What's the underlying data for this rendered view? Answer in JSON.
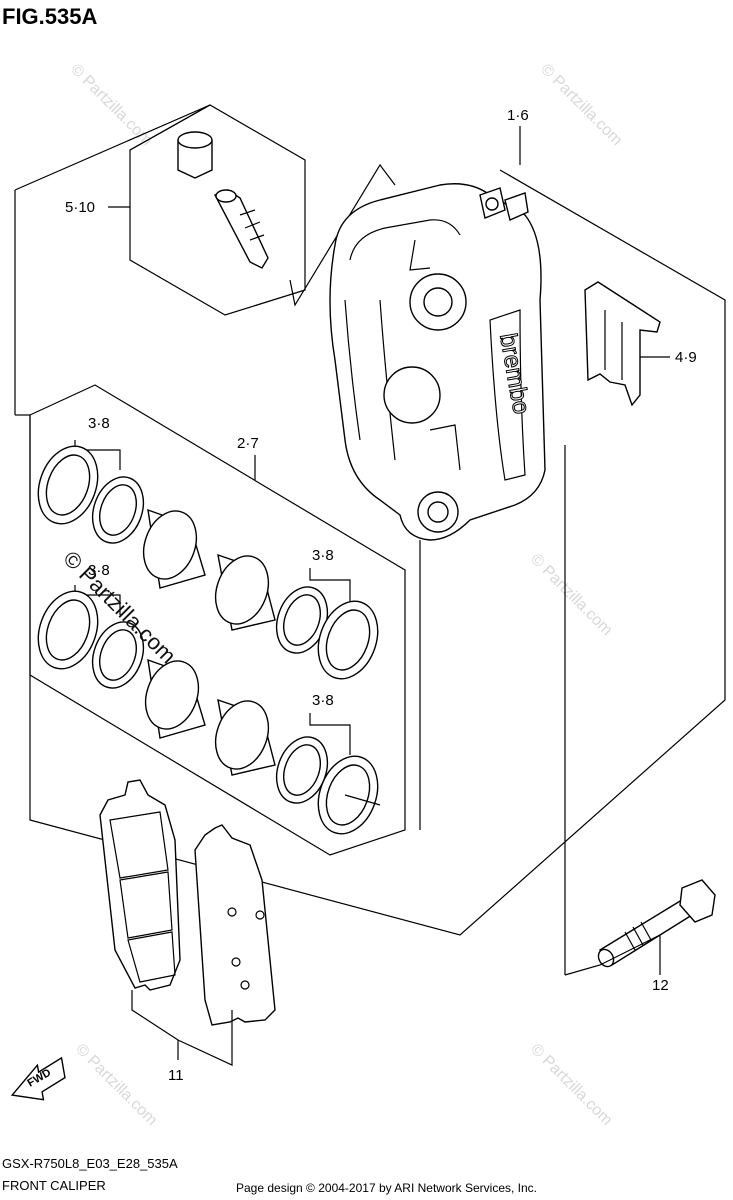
{
  "figure_title": "FIG.535A",
  "model_code": "GSX-R750L8_E03_E28_535A",
  "section_name": "FRONT CALIPER",
  "credit": "Page design © 2004-2017 by ARI Network Services, Inc.",
  "fwd_label": "FWD",
  "caliper_brand": "brembo",
  "callouts": {
    "caliper": "1·6",
    "bleeder": "5·10",
    "spring": "4·9",
    "piston": "2·7",
    "seal_a": "3·8",
    "seal_b": "3·8",
    "seal_c": "3·8",
    "seal_d": "3·8",
    "bolt": "12",
    "pads": "11"
  },
  "watermarks": {
    "small": "© Partzilla.com",
    "large": "© Partzilla.com"
  }
}
